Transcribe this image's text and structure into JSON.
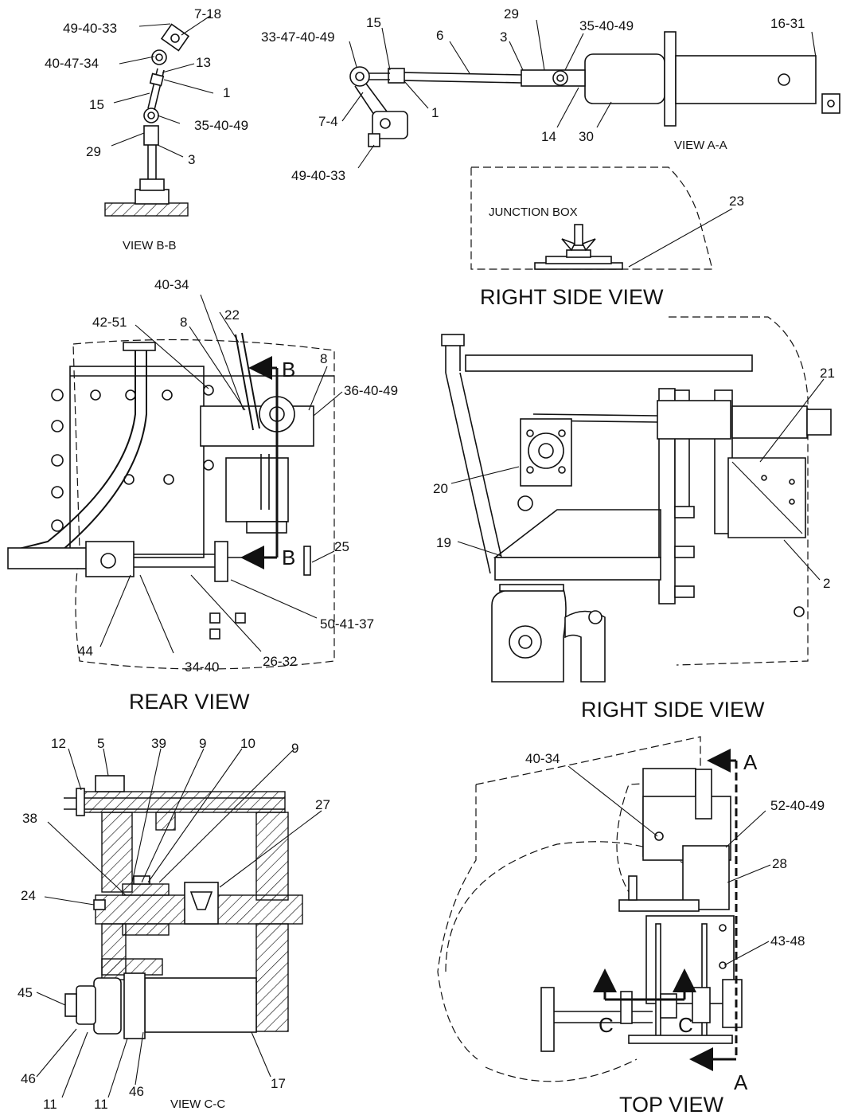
{
  "views": {
    "view_bb": {
      "caption": "VIEW B-B",
      "callouts": [
        "49-40-33",
        "7-18",
        "40-47-34",
        "13",
        "1",
        "15",
        "35-40-49",
        "29",
        "3"
      ]
    },
    "view_aa": {
      "caption": "VIEW A-A",
      "callouts": [
        "15",
        "29",
        "6",
        "3",
        "35-40-49",
        "16-31",
        "33-47-40-49",
        "1",
        "7-4",
        "14",
        "30",
        "49-40-33"
      ]
    },
    "right_side_top": {
      "title": "RIGHT SIDE VIEW",
      "junction_label": "JUNCTION BOX",
      "callouts": [
        "23"
      ]
    },
    "rear": {
      "title": "REAR VIEW",
      "section_letter": "B",
      "callouts": [
        "40-34",
        "22",
        "42-51",
        "8",
        "8",
        "36-40-49",
        "25",
        "44",
        "34-40",
        "26-32",
        "50-41-37"
      ]
    },
    "right_side_mid": {
      "title": "RIGHT SIDE VIEW",
      "callouts": [
        "21",
        "20",
        "19",
        "2"
      ]
    },
    "view_cc": {
      "caption": "VIEW C-C",
      "callouts": [
        "12",
        "5",
        "39",
        "9",
        "10",
        "9",
        "38",
        "27",
        "24",
        "45",
        "46",
        "11",
        "11",
        "46",
        "17"
      ]
    },
    "top": {
      "title": "TOP VIEW",
      "section_a": "A",
      "section_c": "C",
      "callouts": [
        "40-34",
        "52-40-49",
        "28",
        "43-48"
      ]
    }
  },
  "icons": [
    "wing-nut-icon",
    "section-arrow-icon",
    "hex-bolt-icon"
  ]
}
